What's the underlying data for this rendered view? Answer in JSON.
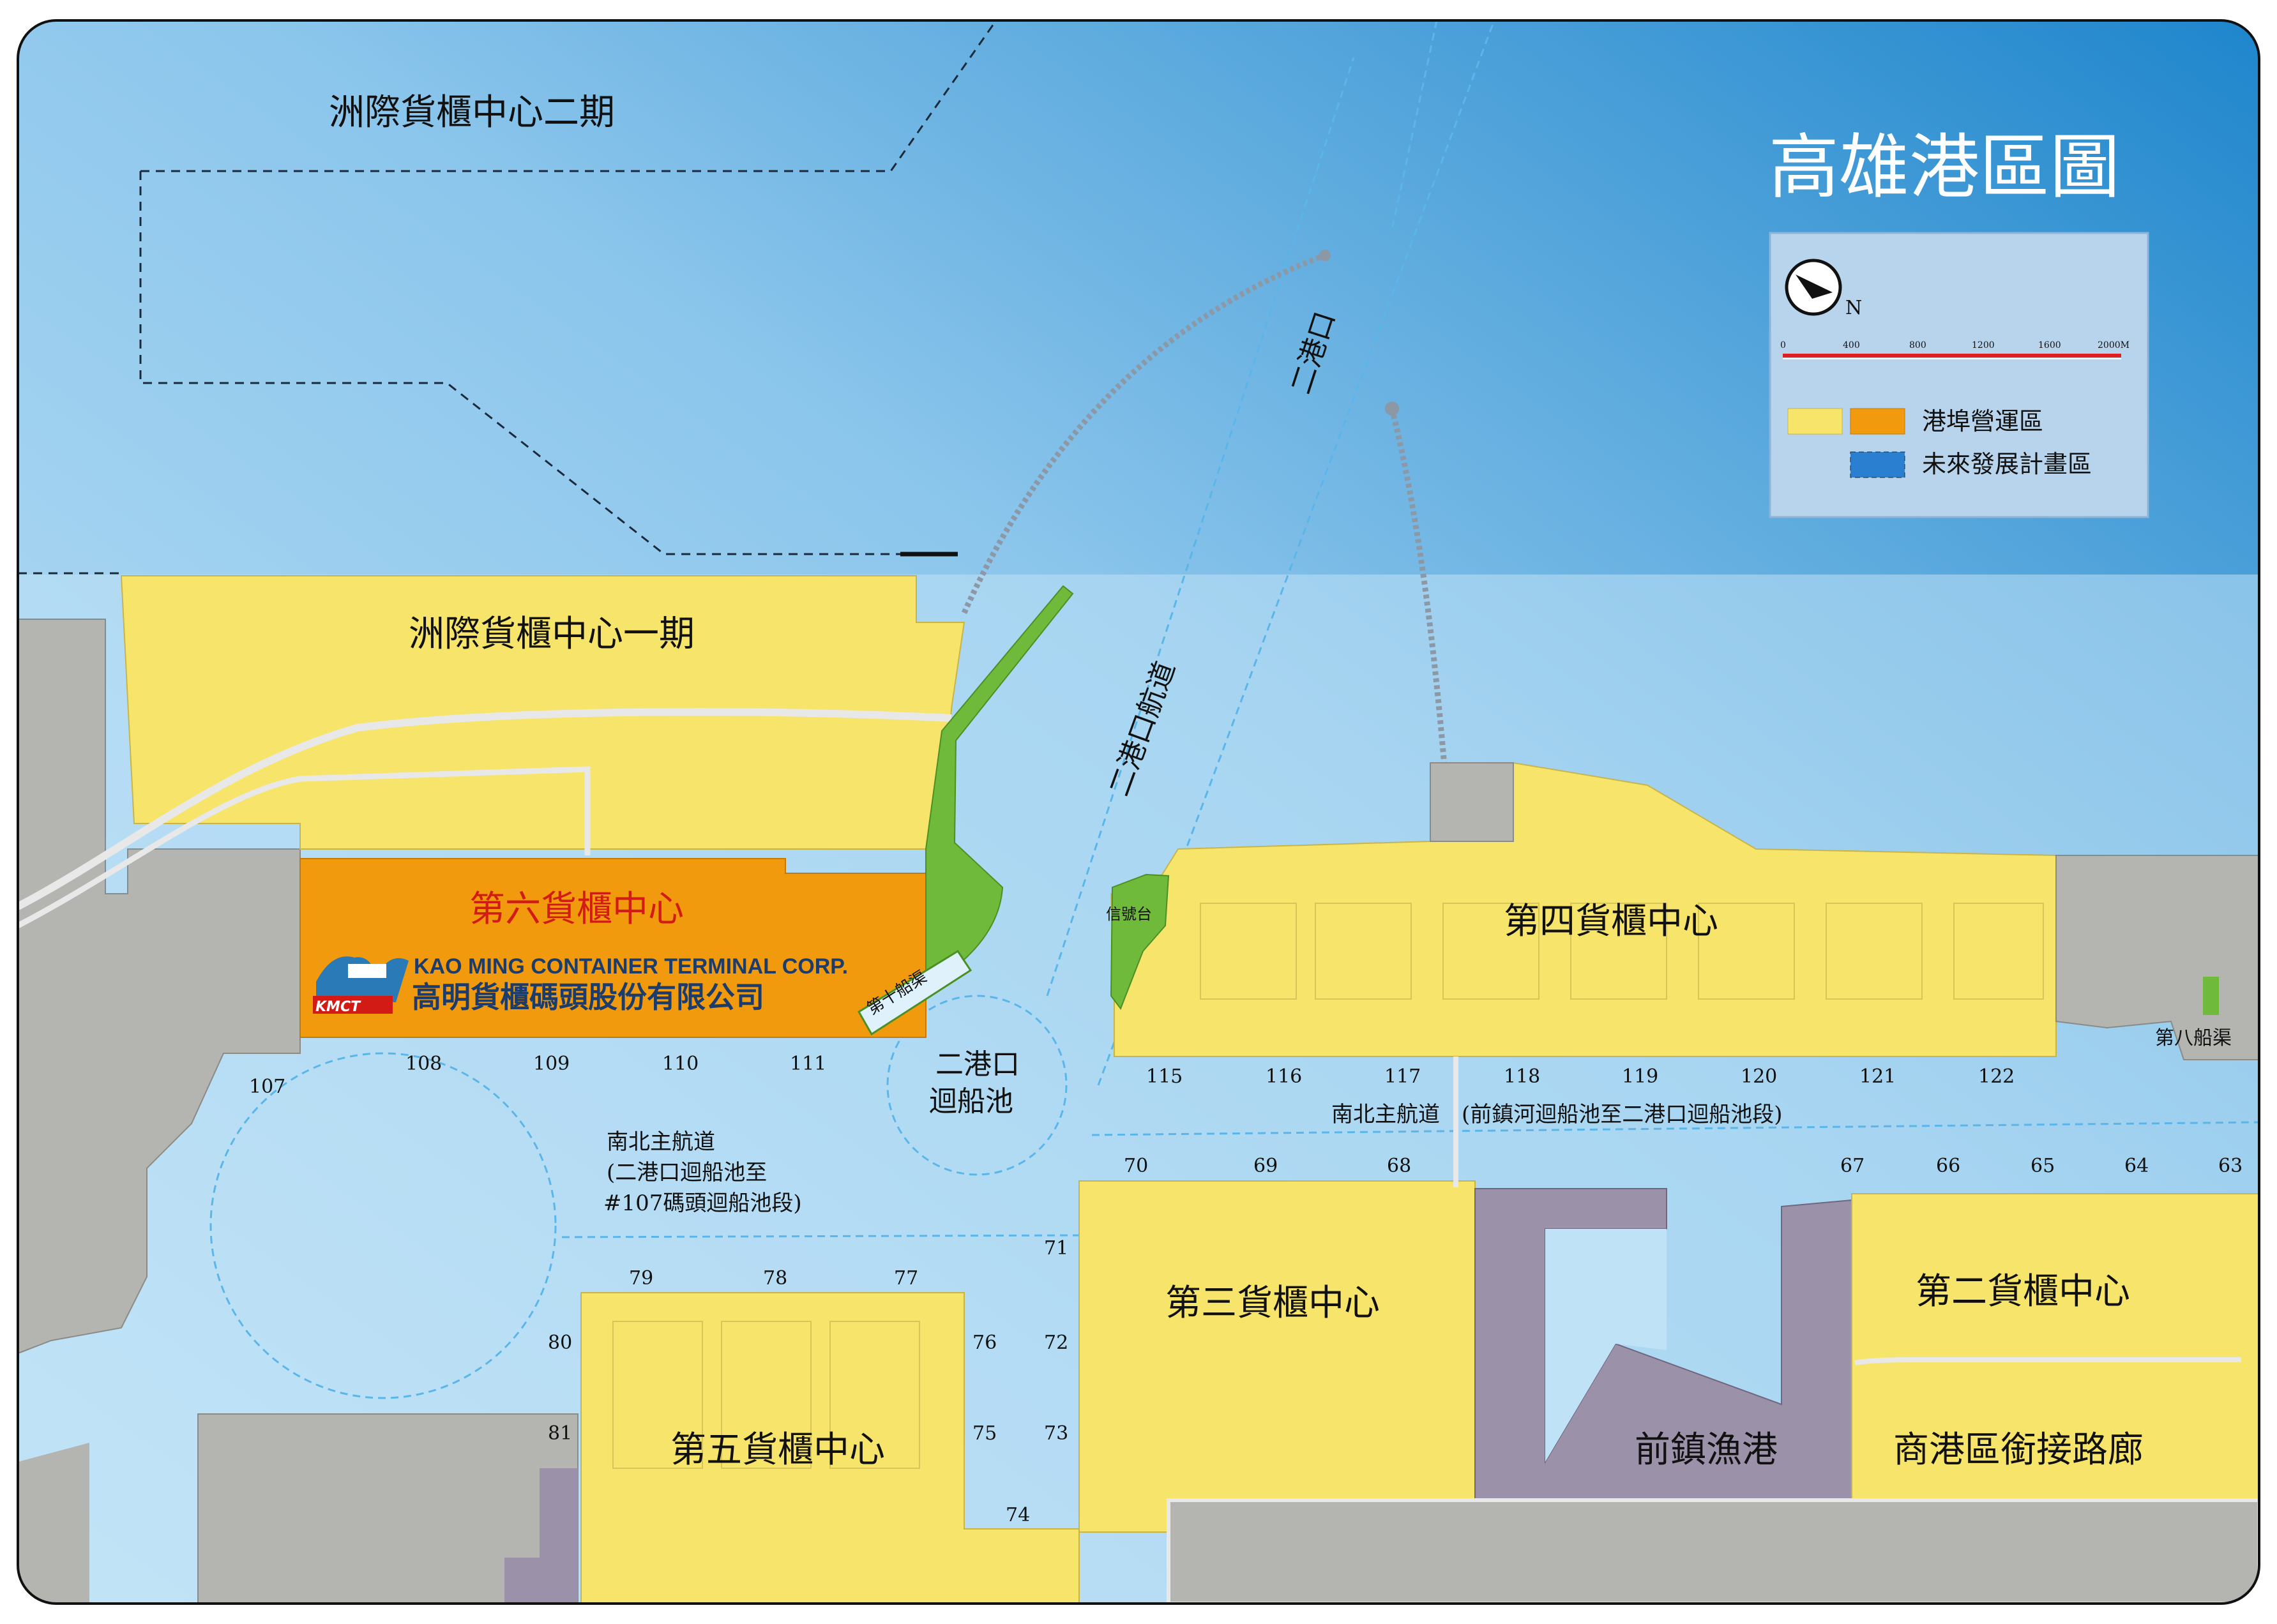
{
  "title": "高雄港區圖",
  "legend": {
    "scale_ticks": [
      "0",
      "400",
      "800",
      "1200",
      "1600",
      "2000M"
    ],
    "north": "N",
    "items": [
      {
        "label": "港埠營運區",
        "colors": [
          "#f7e46b",
          "#f19a0e"
        ]
      },
      {
        "label": "未來發展計畫區",
        "colors": [
          "#2a7fd0"
        ]
      }
    ]
  },
  "areas": {
    "zhouji_phase2": "洲際貨櫃中心二期",
    "zhouji_phase1": "洲際貨櫃中心一期",
    "terminal6": "第六貨櫃中心",
    "terminal4": "第四貨櫃中心",
    "terminal3": "第三貨櫃中心",
    "terminal2": "第二貨櫃中心",
    "terminal5": "第五貨櫃中心",
    "qianzhen_fishing": "前鎮漁港",
    "commercial_corridor": "商港區銜接路廊",
    "signal_station": "信號台",
    "canal10": "第十船渠",
    "canal8": "第八船渠",
    "harbor2_entrance": "二港口",
    "harbor2_channel": "二港口航道",
    "turning_basin_l1": "二港口",
    "turning_basin_l2": "迴船池"
  },
  "channels": {
    "ns_main_east": "南北主航道　(前鎮河迴船池至二港口迴船池段)",
    "ns_main_west_l1": "南北主航道",
    "ns_main_west_l2": "(二港口迴船池至",
    "ns_main_west_l3": "#107碼頭迴船池段)"
  },
  "kmct": {
    "abbr": "KMCT",
    "name_en": "KAO MING CONTAINER TERMINAL CORP.",
    "name_zh": "高明貨櫃碼頭股份有限公司"
  },
  "berths": {
    "b107": "107",
    "b108": "108",
    "b109": "109",
    "b110": "110",
    "b111": "111",
    "b115": "115",
    "b116": "116",
    "b117": "117",
    "b118": "118",
    "b119": "119",
    "b120": "120",
    "b121": "121",
    "b122": "122",
    "b70": "70",
    "b69": "69",
    "b68": "68",
    "b67": "67",
    "b66": "66",
    "b65": "65",
    "b64": "64",
    "b63": "63",
    "b79": "79",
    "b78": "78",
    "b77": "77",
    "b80": "80",
    "b81": "81",
    "b76": "76",
    "b75": "75",
    "b74": "74",
    "b71": "71",
    "b72": "72",
    "b73": "73"
  }
}
